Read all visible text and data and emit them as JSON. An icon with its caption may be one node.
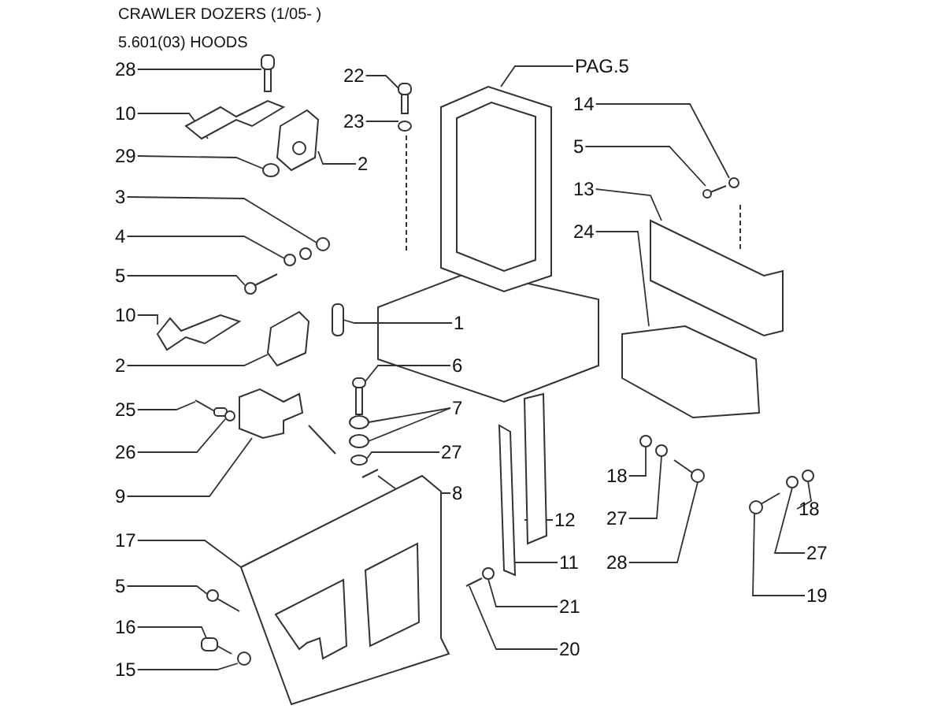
{
  "diagram": {
    "nodes": [
      {
        "text": [
          "28"
        ]
      },
      {
        "text": [
          "10"
        ]
      },
      {
        "text": [
          "29"
        ]
      },
      {
        "text": [
          "2"
        ]
      },
      {
        "text": [
          "3"
        ]
      },
      {
        "text": [
          "4"
        ]
      },
      {
        "text": [
          "5"
        ]
      },
      {
        "text": [
          "10"
        ]
      },
      {
        "text": [
          "1"
        ]
      },
      {
        "text": [
          "2"
        ]
      },
      {
        "text": [
          "22"
        ]
      },
      {
        "text": [
          "23"
        ]
      },
      {
        "text": [
          "PAG.5"
        ]
      },
      {
        "text": [
          "14"
        ]
      },
      {
        "text": [
          "5"
        ]
      },
      {
        "text": [
          "13"
        ]
      },
      {
        "text": [
          "24"
        ]
      },
      {
        "text": [
          "6"
        ]
      },
      {
        "text": [
          "7"
        ]
      },
      {
        "text": [
          "27"
        ]
      },
      {
        "text": [
          "8"
        ]
      },
      {
        "text": [
          "25"
        ]
      },
      {
        "text": [
          "26"
        ]
      },
      {
        "text": [
          "9"
        ]
      },
      {
        "text": [
          "17"
        ]
      },
      {
        "text": [
          "5"
        ]
      },
      {
        "text": [
          "16"
        ]
      },
      {
        "text": [
          "15"
        ]
      },
      {
        "text": [
          "12"
        ]
      },
      {
        "text": [
          "11"
        ]
      },
      {
        "text": [
          "21"
        ]
      },
      {
        "text": [
          "20"
        ]
      },
      {
        "text": [
          "18"
        ]
      },
      {
        "text": [
          "27"
        ]
      },
      {
        "text": [
          "28"
        ]
      },
      {
        "text": [
          "18"
        ]
      },
      {
        "text": [
          "27"
        ]
      },
      {
        "text": [
          "19"
        ]
      },
      {
        "text": [],
        "shape": "picture"
      },
      {
        "text": [],
        "shape": "picture"
      },
      {
        "text": [],
        "shape": "circle"
      },
      {
        "text": [],
        "shape": "picture"
      },
      {
        "text": [],
        "shape": "circle"
      },
      {
        "text": [],
        "shape": "circle"
      },
      {
        "text": [],
        "shape": "picture"
      },
      {
        "text": [],
        "shape": "picture"
      },
      {
        "text": [],
        "shape": "box"
      },
      {
        "text": [],
        "shape": "picture"
      },
      {
        "text": [],
        "shape": "picture"
      },
      {
        "text": [],
        "shape": "circle"
      },
      {
        "text": [],
        "shape": "picture"
      },
      {
        "text": [],
        "shape": "circle"
      },
      {
        "text": [],
        "shape": "picture"
      },
      {
        "text": [],
        "shape": "picture"
      },
      {
        "text": [],
        "shape": "picture"
      },
      {
        "text": [],
        "shape": "picture"
      },
      {
        "text": [],
        "shape": "circle"
      },
      {
        "text": [],
        "shape": "circle"
      },
      {
        "text": [],
        "shape": "circle"
      },
      {
        "text": [],
        "shape": "picture"
      },
      {
        "text": [],
        "shape": "picture"
      },
      {
        "text": [],
        "shape": "circle"
      },
      {
        "text": [],
        "shape": "picture"
      },
      {
        "text": [],
        "shape": "picture"
      },
      {
        "text": [],
        "shape": "picture"
      },
      {
        "text": [],
        "shape": "picture"
      },
      {
        "text": [],
        "shape": "circle"
      },
      {
        "text": [],
        "shape": "picture"
      },
      {
        "text": [],
        "shape": "picture"
      },
      {
        "text": [],
        "shape": "circle"
      },
      {
        "text": [],
        "shape": "picture"
      },
      {
        "text": [],
        "shape": "circle"
      },
      {
        "text": [],
        "shape": "circle"
      },
      {
        "text": [],
        "shape": "picture"
      },
      {
        "text": [],
        "shape": "circle"
      },
      {
        "text": [],
        "shape": "circle"
      },
      {
        "text": [],
        "shape": "picture"
      }
    ],
    "edges": [
      {
        "from": 0,
        "to": 38,
        "arrow": "none"
      },
      {
        "from": 1,
        "to": 39,
        "arrow": "none"
      },
      {
        "from": 2,
        "to": 40,
        "arrow": "none"
      },
      {
        "from": 3,
        "to": 41,
        "arrow": "none"
      },
      {
        "from": 4,
        "to": 42,
        "arrow": "none"
      },
      {
        "from": 5,
        "to": 43,
        "arrow": "none"
      },
      {
        "from": 6,
        "to": 44,
        "arrow": "none"
      },
      {
        "from": 7,
        "to": 45,
        "arrow": "none"
      },
      {
        "from": 8,
        "to": 46,
        "arrow": "none"
      },
      {
        "from": 9,
        "to": 47,
        "arrow": "none"
      },
      {
        "from": 10,
        "to": 48,
        "arrow": "none"
      },
      {
        "from": 11,
        "to": 49,
        "arrow": "none"
      },
      {
        "from": 12,
        "to": 50,
        "arrow": "none"
      },
      {
        "from": 13,
        "to": 51,
        "arrow": "none"
      },
      {
        "from": 14,
        "to": 52,
        "arrow": "none"
      },
      {
        "from": 15,
        "to": 53,
        "arrow": "none"
      },
      {
        "from": 16,
        "to": 54,
        "arrow": "none"
      },
      {
        "from": 17,
        "to": 55,
        "arrow": "none"
      },
      {
        "from": 18,
        "to": 56,
        "arrow": "none"
      },
      {
        "from": 18,
        "to": 57,
        "arrow": "none"
      },
      {
        "from": 19,
        "to": 58,
        "arrow": "none"
      },
      {
        "from": 20,
        "to": 59,
        "arrow": "none"
      },
      {
        "from": 21,
        "to": 60,
        "arrow": "none"
      },
      {
        "from": 22,
        "to": 61,
        "arrow": "none"
      },
      {
        "from": 23,
        "to": 62,
        "arrow": "none"
      },
      {
        "from": 24,
        "to": 63,
        "arrow": "none"
      },
      {
        "from": 25,
        "to": 64,
        "arrow": "none"
      },
      {
        "from": 26,
        "to": 65,
        "arrow": "none"
      },
      {
        "from": 27,
        "to": 66,
        "arrow": "none"
      },
      {
        "from": 28,
        "to": 67,
        "arrow": "none"
      },
      {
        "from": 29,
        "to": 68,
        "arrow": "none"
      },
      {
        "from": 30,
        "to": 69,
        "arrow": "none"
      },
      {
        "from": 31,
        "to": 70,
        "arrow": "none"
      },
      {
        "from": 32,
        "to": 71,
        "arrow": "none"
      },
      {
        "from": 33,
        "to": 72,
        "arrow": "none"
      },
      {
        "from": 34,
        "to": 73,
        "arrow": "none"
      },
      {
        "from": 35,
        "to": 74,
        "arrow": "none"
      },
      {
        "from": 36,
        "to": 75,
        "arrow": "none"
      },
      {
        "from": 37,
        "to": 76,
        "arrow": "none"
      }
    ],
    "labels": [
      "CRAWLER DOZERS (1/05- )",
      "5.601(03) HOODS"
    ]
  }
}
